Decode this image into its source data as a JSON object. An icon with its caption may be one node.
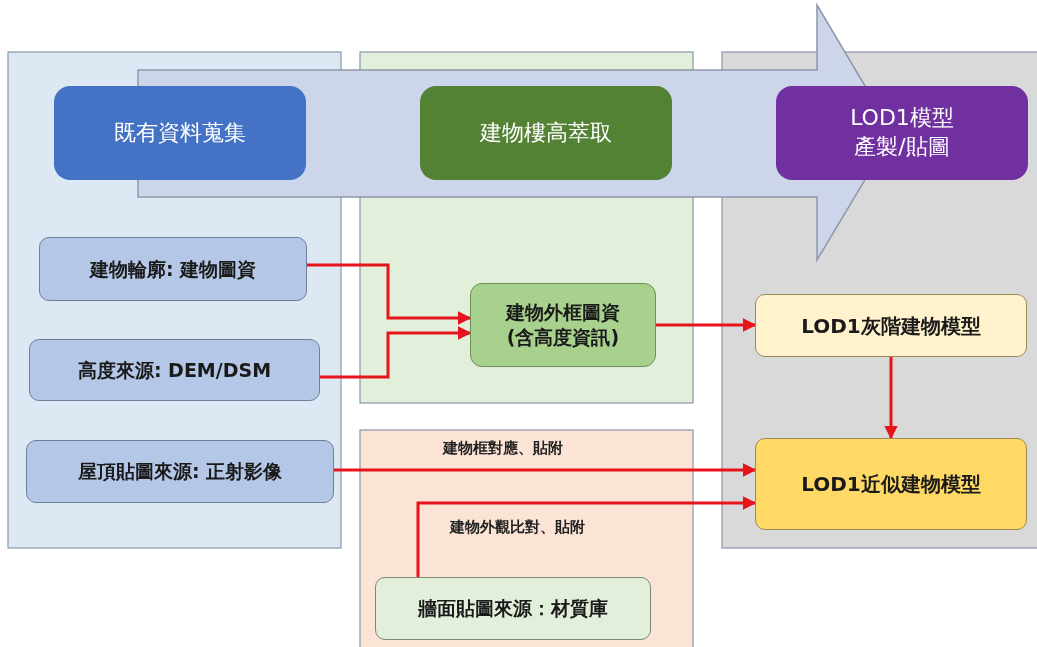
{
  "diagram": {
    "nodes": [
      {
        "text": [
          "既有資料蒐集"
        ]
      },
      {
        "text": [
          "建物樓高萃取"
        ]
      },
      {
        "text": [
          "LOD1模型產製/貼圖"
        ]
      },
      {
        "text": [
          "建物輪廓: 建物圖資"
        ]
      },
      {
        "text": [
          "高度來源: DEM/DSM"
        ]
      },
      {
        "text": [
          "屋頂貼圖來源: 正射影像"
        ]
      },
      {
        "text": [
          "建物外框圖資(含高度資訊)"
        ]
      },
      {
        "text": [
          "LOD1灰階建物模型"
        ]
      },
      {
        "text": [
          "LOD1近似建物模型"
        ]
      },
      {
        "text": [
          "牆面貼圖來源：材質庫"
        ]
      }
    ],
    "edges": [
      {
        "from": 3,
        "to": 6,
        "arrow": "to"
      },
      {
        "from": 4,
        "to": 6,
        "arrow": "to"
      },
      {
        "from": 6,
        "to": 7,
        "arrow": "to"
      },
      {
        "from": 7,
        "to": 8,
        "arrow": "to"
      },
      {
        "from": 5,
        "to": 8,
        "arrow": "to",
        "label": "建物框對應、貼附"
      },
      {
        "from": 9,
        "to": 8,
        "arrow": "to",
        "label": "建物外觀比對、貼附"
      }
    ]
  }
}
